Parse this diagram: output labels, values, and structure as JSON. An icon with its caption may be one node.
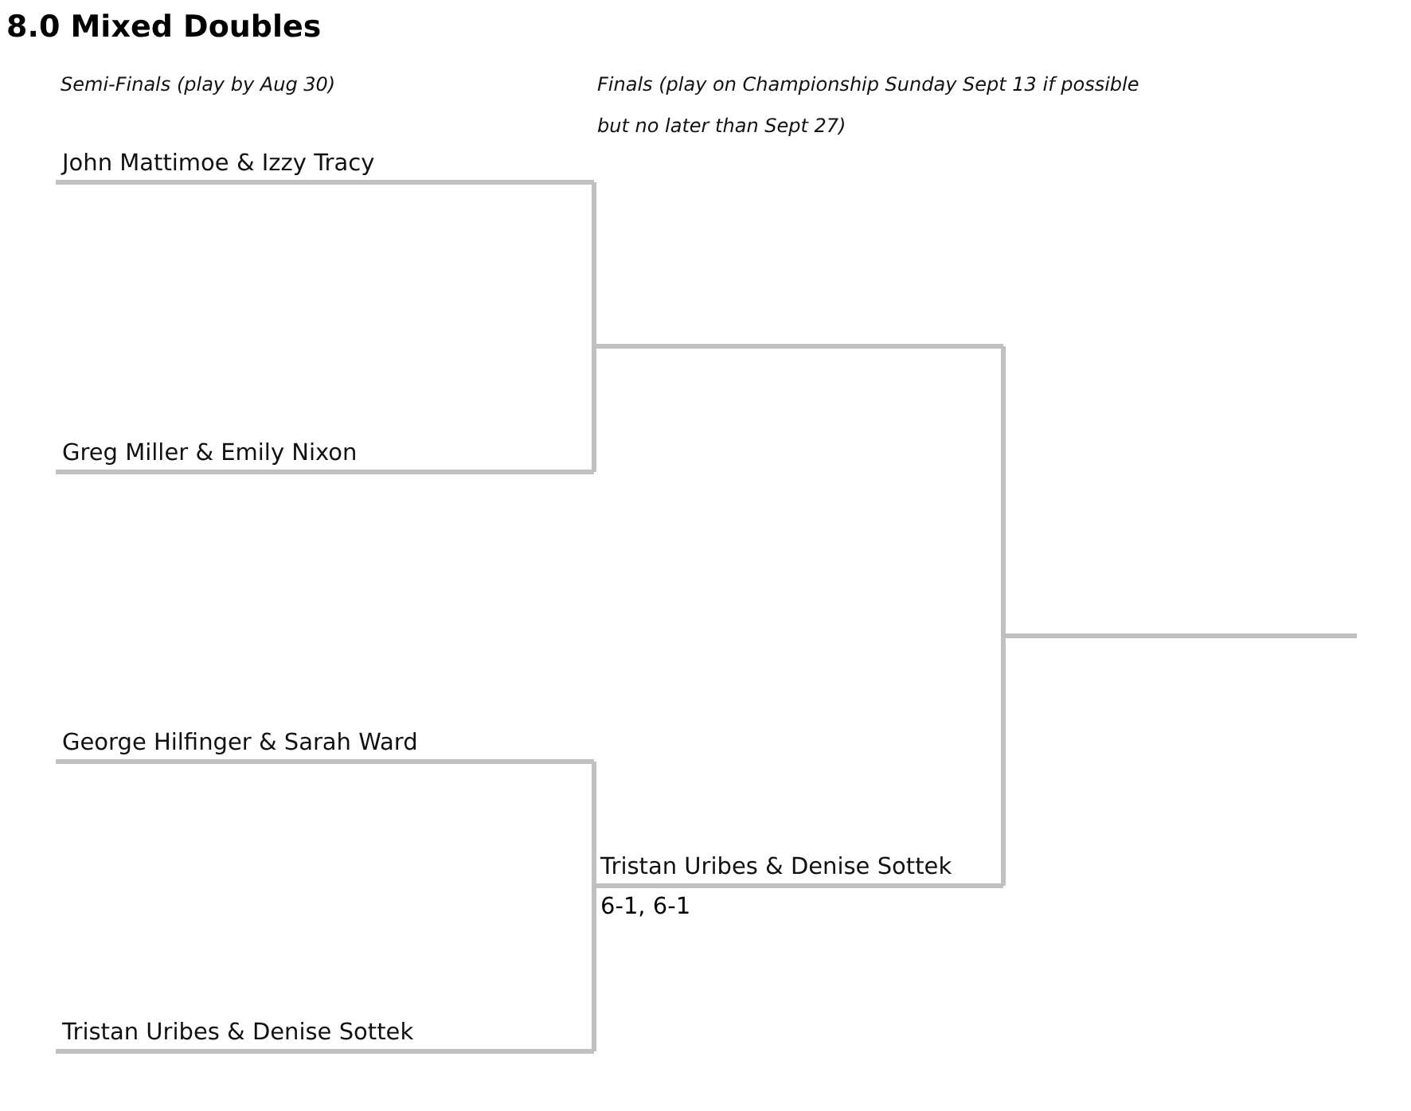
{
  "diagram": {
    "title": "8.0 Mixed Doubles",
    "nodes": [
      {
        "text": [
          "John Mattimoe & Izzy Tracy"
        ]
      },
      {
        "text": [
          "Greg Miller & Emily Nixon"
        ]
      },
      {
        "text": [],
        "shape": "bar"
      },
      {
        "text": [
          "George Hilfinger & Sarah Ward"
        ]
      },
      {
        "text": [
          "Tristan Uribes & Denise Sottek"
        ]
      },
      {
        "text": [
          "Tristan Uribes & Denise Sottek"
        ],
        "beside": [
          "6-1, 6-1"
        ]
      },
      {
        "text": [],
        "shape": "bar"
      }
    ],
    "edges": [
      {
        "from": 0,
        "to": 2,
        "arrow": "none"
      },
      {
        "from": 1,
        "to": 2,
        "arrow": "none"
      },
      {
        "from": 3,
        "to": 5,
        "arrow": "none"
      },
      {
        "from": 4,
        "to": 5,
        "arrow": "none"
      },
      {
        "from": 2,
        "to": 6,
        "arrow": "none"
      },
      {
        "from": 5,
        "to": 6,
        "arrow": "none"
      }
    ],
    "labels": [
      "Semi-Finals (play by Aug 30)",
      "Finals (play on Championship Sunday Sept 13 if possible but no later than Sept 27)"
    ]
  }
}
